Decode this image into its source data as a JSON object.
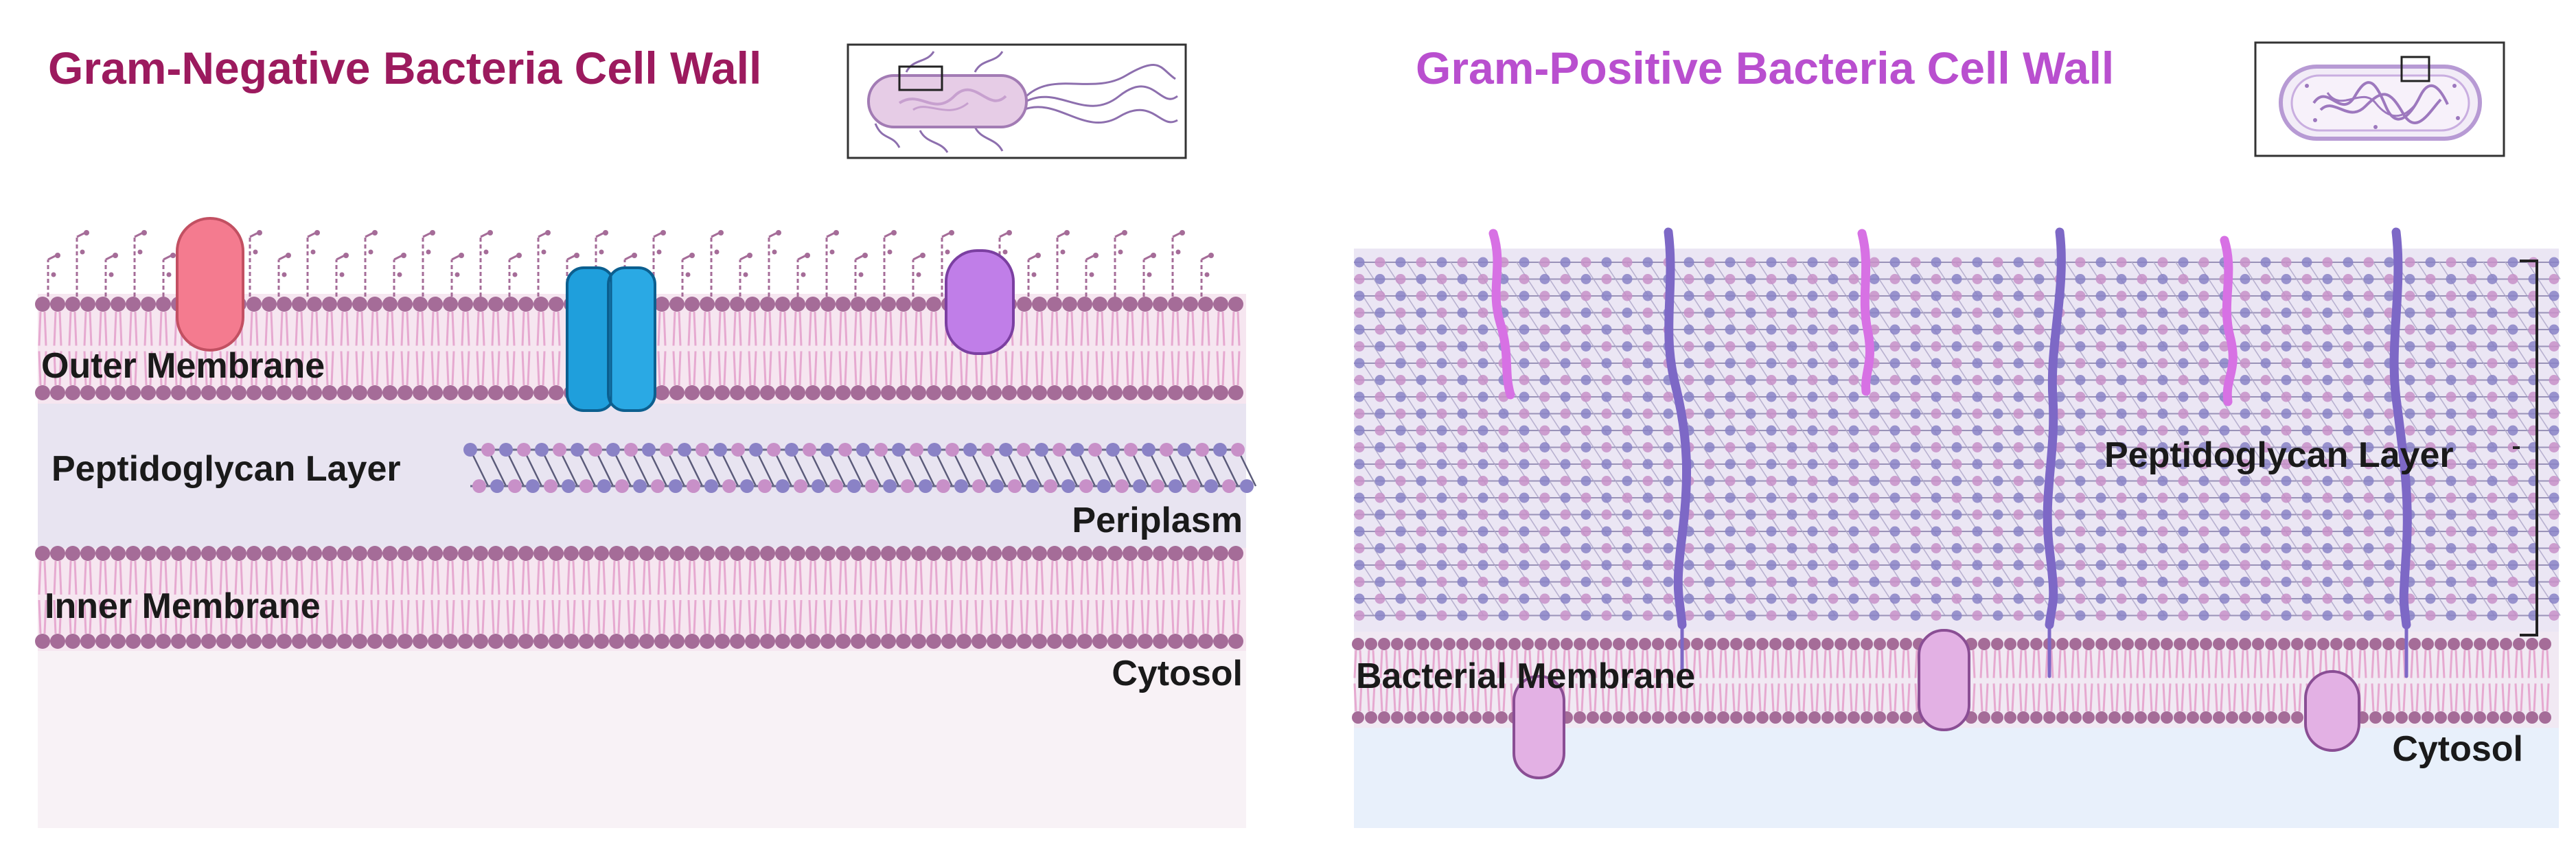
{
  "left_panel": {
    "title": "Gram-Negative Bacteria Cell Wall",
    "labels": {
      "outer_membrane": "Outer Membrane",
      "peptidoglycan": "Peptidoglycan Layer",
      "periplasm": "Periplasm",
      "inner_membrane": "Inner Membrane",
      "cytosol": "Cytosol"
    }
  },
  "right_panel": {
    "title": "Gram-Positive Bacteria Cell Wall",
    "labels": {
      "peptidoglycan": "Peptidoglycan Layer",
      "membrane": "Bacterial Membrane",
      "cytosol": "Cytosol"
    }
  },
  "colors": {
    "left_title": "#9c1a5e",
    "right_title": "#b94fcf",
    "lipid_head": "#a56c98",
    "lipid_tail": "#e6a9d0",
    "periplasm_bg": "#e8e4f1",
    "cytosol_left_bg": "#f8f2f6",
    "cytosol_right_bg": "#e8f0fb",
    "pg_pink": "#c890c8",
    "pg_blue": "#8a82c6",
    "teichoic_pink": "#d771e4",
    "teichoic_purple": "#7d68c6",
    "porin_blue": "#1f9fdc",
    "protein_red": "#f47b8f",
    "protein_purple": "#c07ee8",
    "protein_light": "#e3b1e4"
  }
}
